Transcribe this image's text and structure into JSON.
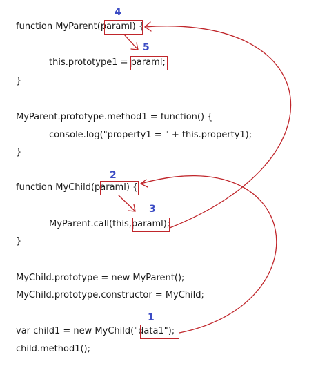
{
  "code": {
    "line_01": "function MyParent(paraml) {",
    "line_02": "this.prototype1 = paraml;",
    "line_03": "}",
    "line_04": "MyParent.prototype.method1 = function() {",
    "line_05": "console.log(\"property1 = \" + this.property1);",
    "line_06": "}",
    "line_07": "function MyChild(paraml) {",
    "line_08": "MyParent.call(this,paraml);",
    "line_09": "}",
    "line_10": "MyChild.prototype = new MyParent();",
    "line_11": "MyChild.prototype.constructor = MyChild;",
    "line_12": "var child1 = new MyChild(\"data1\");",
    "line_13": "child.method1();"
  },
  "markers": {
    "step_1": "1",
    "step_2": "2",
    "step_3": "3",
    "step_4": "4",
    "step_5": "5"
  },
  "colors": {
    "arrow": "#c0262b",
    "box": "#c0262b",
    "marker": "#3b4bc4",
    "code_text": "#1a1a1a"
  }
}
